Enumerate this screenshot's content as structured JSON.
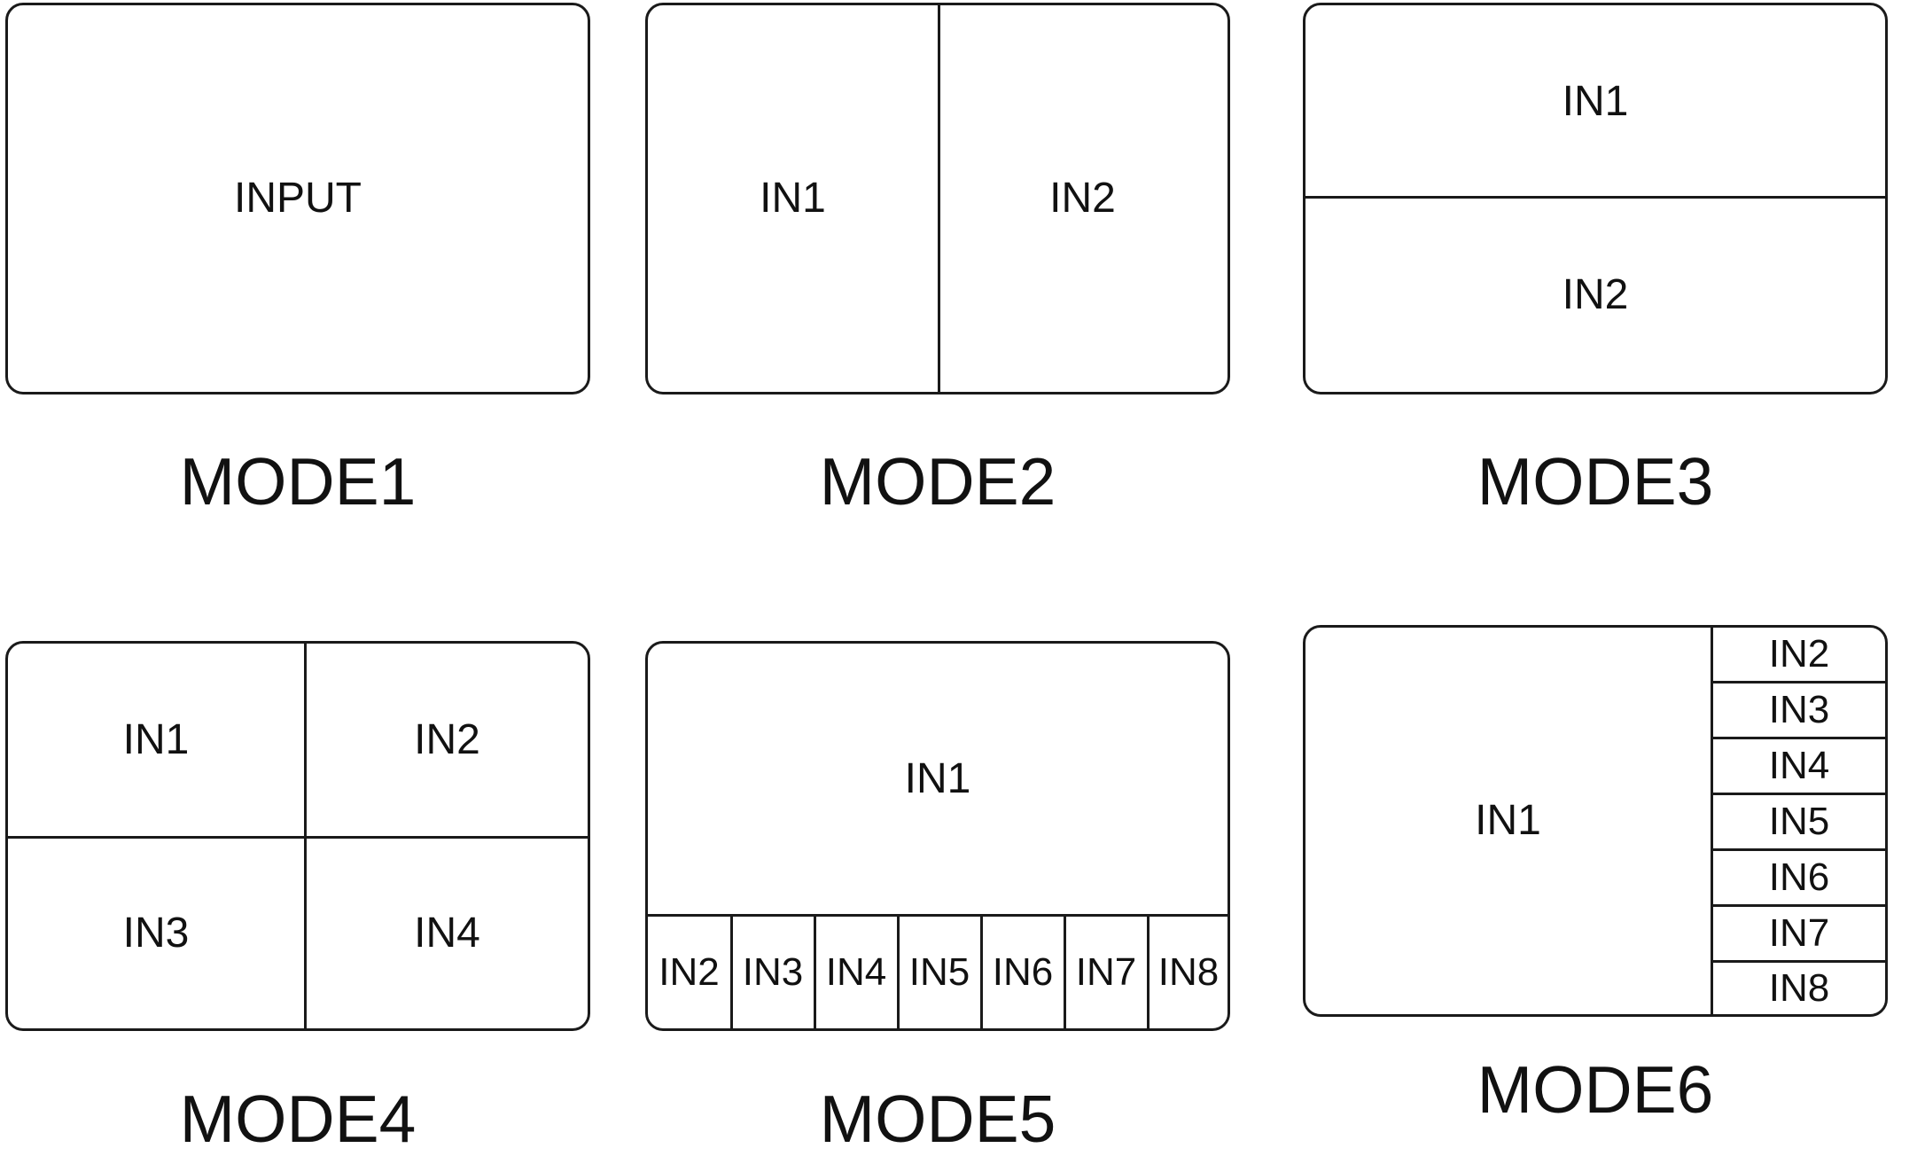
{
  "diagram": {
    "modes": [
      {
        "label": "MODE1",
        "cells": [
          "INPUT"
        ]
      },
      {
        "label": "MODE2",
        "cells": [
          "IN1",
          "IN2"
        ]
      },
      {
        "label": "MODE3",
        "cells": [
          "IN1",
          "IN2"
        ]
      },
      {
        "label": "MODE4",
        "cells": [
          "IN1",
          "IN2",
          "IN3",
          "IN4"
        ]
      },
      {
        "label": "MODE5",
        "cells": [
          "IN1",
          "IN2",
          "IN3",
          "IN4",
          "IN5",
          "IN6",
          "IN7",
          "IN8"
        ]
      },
      {
        "label": "MODE6",
        "cells": [
          "IN1",
          "IN2",
          "IN3",
          "IN4",
          "IN5",
          "IN6",
          "IN7",
          "IN8"
        ]
      }
    ]
  }
}
